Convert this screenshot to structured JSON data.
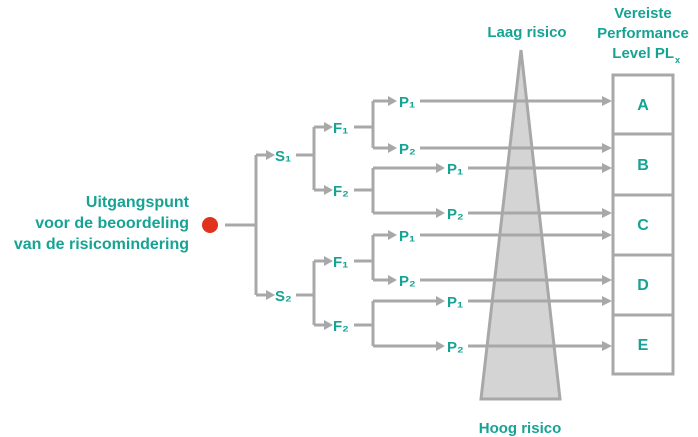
{
  "start": {
    "lines": [
      "Uitgangspunt",
      "voor de beoordeling",
      "van de risicomindering"
    ],
    "dot_color": "#e0321c"
  },
  "severity": {
    "s1": "S₁",
    "s2": "S₂"
  },
  "frequency": {
    "f1": "F₁",
    "f2": "F₂"
  },
  "possibility": {
    "p1": "P₁",
    "p2": "P₂"
  },
  "risk_scale": {
    "low": "Laag risico",
    "high": "Hoog risico"
  },
  "pl_header": {
    "line1": "Vereiste",
    "line2": "Performance",
    "line3": "Level PL",
    "subscript": "x"
  },
  "levels": [
    "A",
    "B",
    "C",
    "D",
    "E"
  ],
  "colors": {
    "text": "#17a394",
    "lines": "#a8a8a8",
    "triangle": "#d4d4d4"
  }
}
